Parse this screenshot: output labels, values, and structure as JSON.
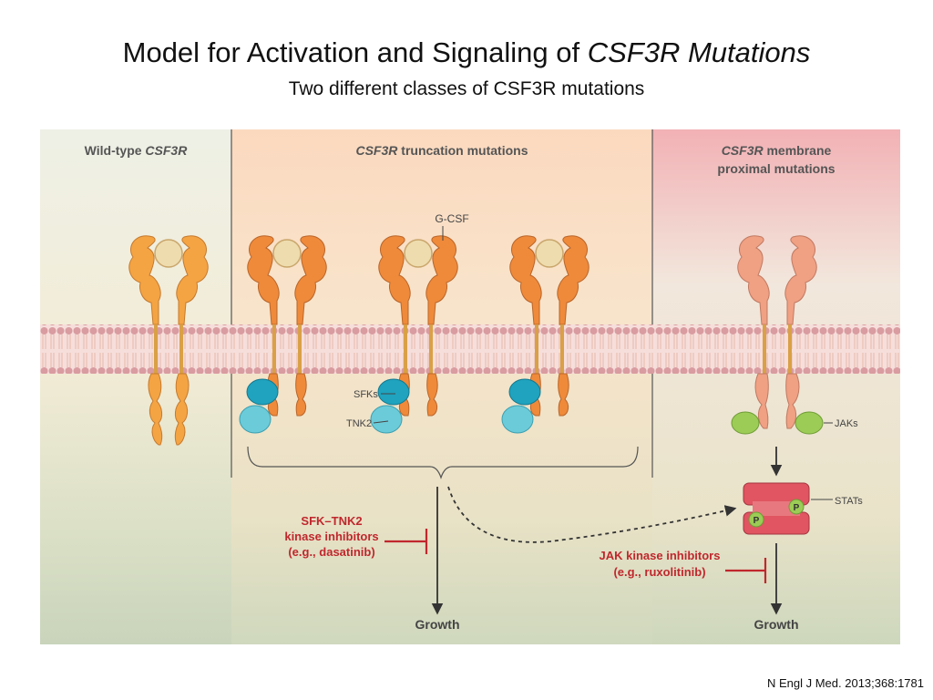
{
  "slide": {
    "title_main": "Model for Activation and Signaling of ",
    "title_italic": "CSF3R Mutations",
    "subtitle": "Two different classes of CSF3R mutations",
    "citation": "N Engl J Med. 2013;368:1781"
  },
  "panels": {
    "wildtype": {
      "prefix": "Wild-type ",
      "gene": "CSF3R"
    },
    "truncation": {
      "gene": "CSF3R",
      "suffix": " truncation mutations"
    },
    "proximal": {
      "gene": "CSF3R",
      "suffix": " membrane",
      "line2": "proximal mutations"
    }
  },
  "labels": {
    "gcsf": "G-CSF",
    "sfks": "SFKs",
    "tnk2": "TNK2",
    "jaks": "JAKs",
    "stats": "STATs",
    "phospho": "P",
    "growth_left": "Growth",
    "growth_right": "Growth"
  },
  "inhibitors": {
    "left": [
      "SFK–TNK2",
      "kinase inhibitors",
      "(e.g., dasatinib)"
    ],
    "right": [
      "JAK kinase inhibitors",
      "(e.g., ruxolitinib)"
    ]
  },
  "colors": {
    "receptor_wildtype": "#f5a443",
    "receptor_truncation": "#ef8a3a",
    "receptor_proximal": "#f0a083",
    "ligand": "#eedcae",
    "sfk": "#1fa3bf",
    "tnk2": "#6ccbd9",
    "jak": "#9ccc55",
    "stat": "#e05561",
    "inhibitor": "#c0272d",
    "membrane": "#e6aeb1"
  }
}
